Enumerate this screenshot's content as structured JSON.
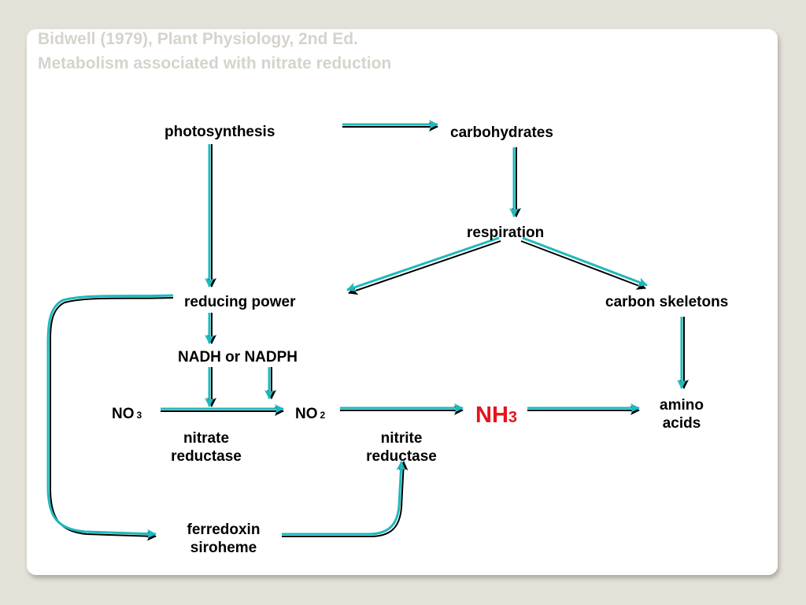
{
  "header": {
    "line1": "Bidwell (1979), Plant Physiology, 2nd Ed.",
    "line2": "Metabolism associated with nitrate reduction"
  },
  "diagram": {
    "photosynthesis": "photosynthesis",
    "carbohydrates": "carbohydrates",
    "respiration": "respiration",
    "reducing_power": "reducing power",
    "carbon_skeletons": "carbon skeletons",
    "nadh": "NADH or NADPH",
    "no3": {
      "main": "NO",
      "sub": "3"
    },
    "no2": {
      "main": "NO",
      "sub": "2"
    },
    "nh3": {
      "main": "NH",
      "sub": "3"
    },
    "amino_acids": [
      "amino",
      "acids"
    ],
    "nitrate_reductase": [
      "nitrate",
      "reductase"
    ],
    "nitrite_reductase": [
      "nitrite",
      "reductase"
    ],
    "ferredoxin": [
      "ferredoxin",
      "siroheme"
    ]
  },
  "colors": {
    "arrow_teal": "#1fb8bd",
    "arrow_black": "#000000",
    "nh3": "#e8121a",
    "title": "#d6d3cb"
  },
  "icons": [
    "arrow-icon"
  ]
}
